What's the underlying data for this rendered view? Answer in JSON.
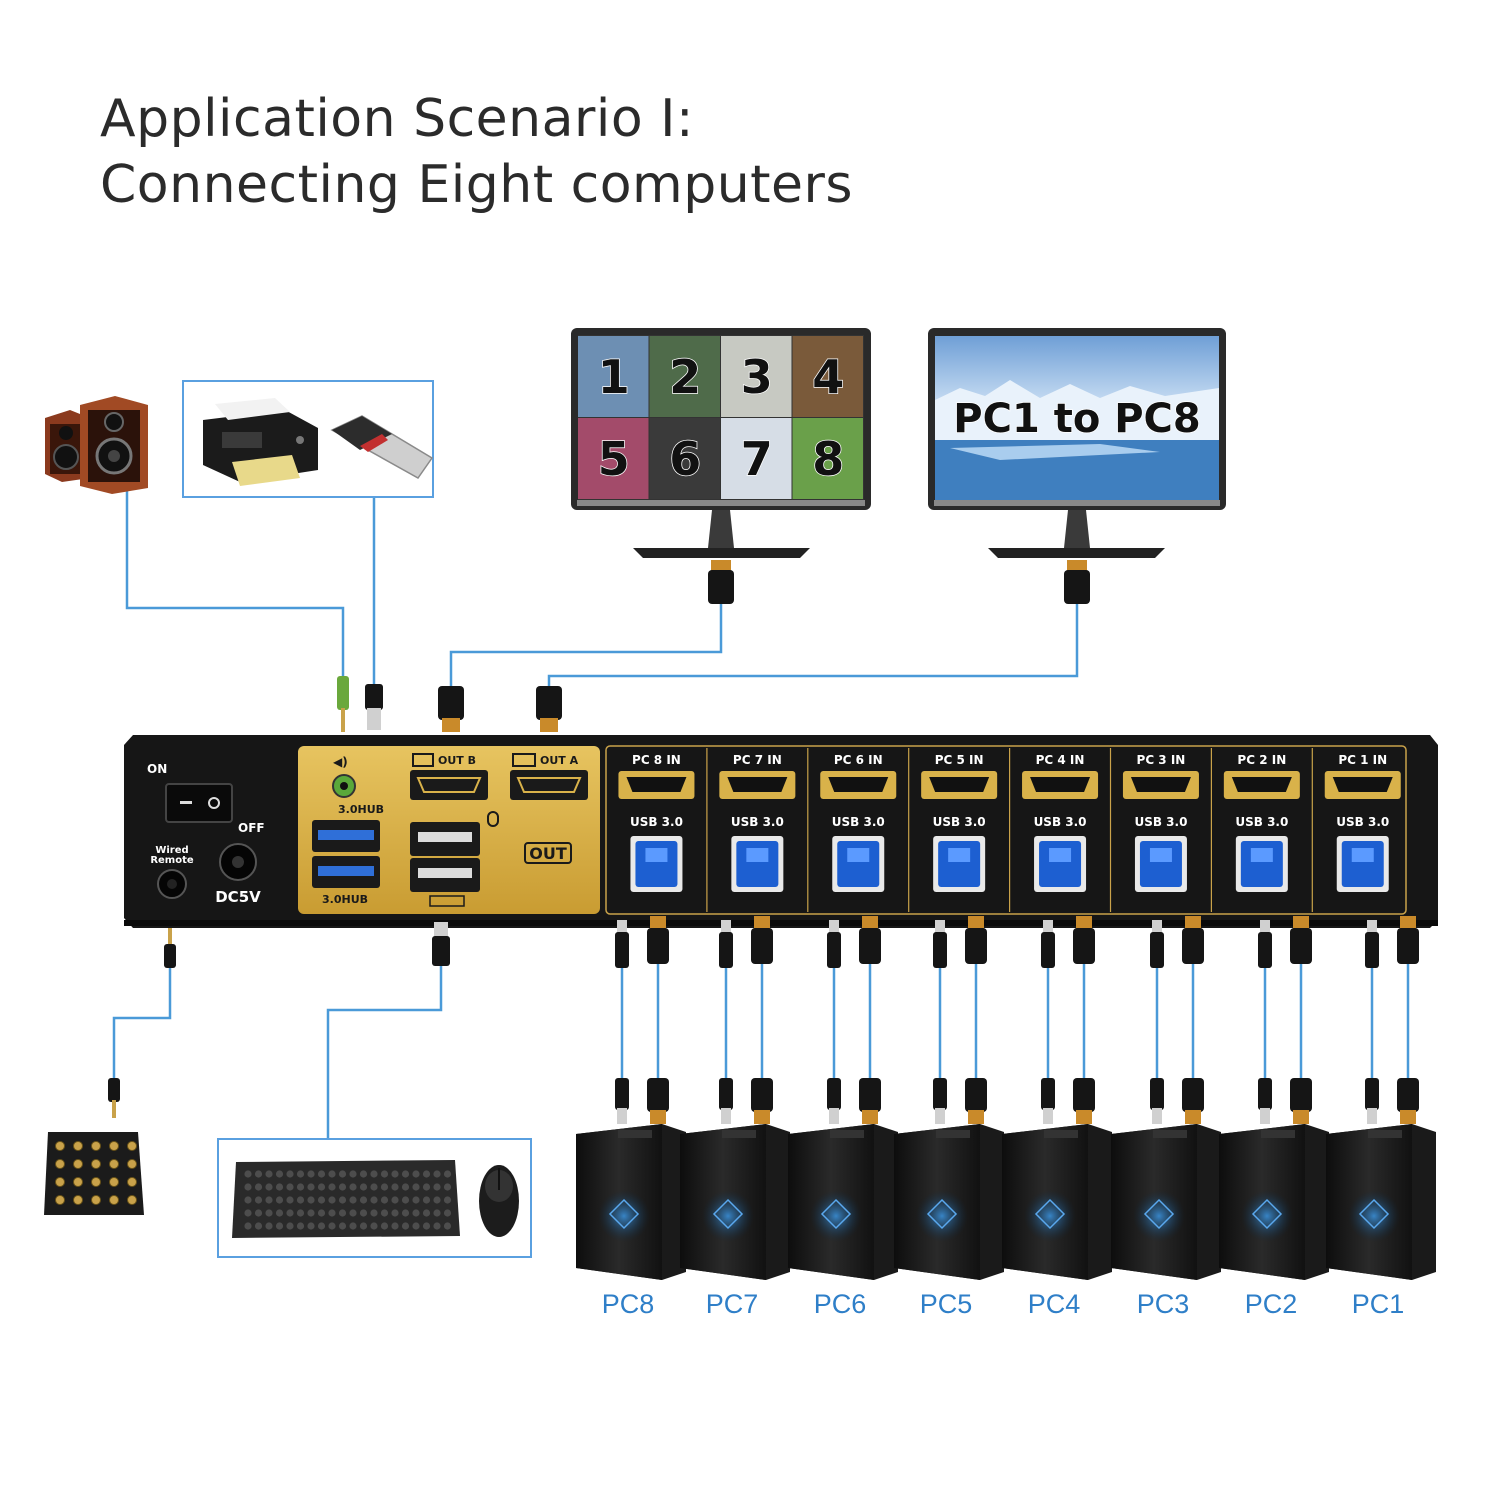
{
  "title": {
    "line1": "Application Scenario I:",
    "line2": "Connecting Eight computers"
  },
  "monitor_a": {
    "tiles": [
      "1",
      "2",
      "3",
      "4",
      "5",
      "6",
      "7",
      "8"
    ]
  },
  "monitor_b": {
    "text": "PC1 to PC8"
  },
  "kvm": {
    "on_label": "ON",
    "off_label": "OFF",
    "wired_remote_label": "Wired\nRemote",
    "dc_label": "DC5V",
    "hub_label_top": "3.0HUB",
    "hub_label_bottom": "3.0HUB",
    "out_b_label": "OUT B",
    "out_a_label": "OUT A",
    "out_label": "OUT",
    "usb_label": "USB 3.0",
    "pc_inputs": [
      "PC 8 IN",
      "PC 7 IN",
      "PC 6 IN",
      "PC 5 IN",
      "PC 4 IN",
      "PC 3 IN",
      "PC 2 IN",
      "PC 1 IN"
    ]
  },
  "computers": [
    "PC8",
    "PC7",
    "PC6",
    "PC5",
    "PC4",
    "PC3",
    "PC2",
    "PC1"
  ],
  "colors": {
    "cable": "#4a9ad8",
    "frame": "#5aa0e0",
    "gold": "#d9b24a",
    "panel": "#161616",
    "pc_label": "#2f7fc8"
  }
}
